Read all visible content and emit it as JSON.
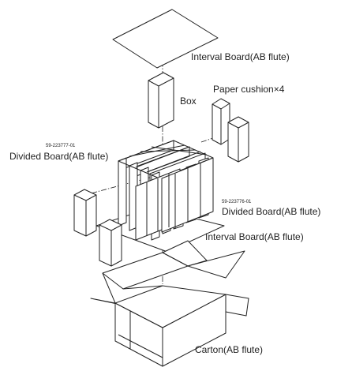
{
  "labels": {
    "interval_board_top": "Interval Board(AB flute)",
    "box": "Box",
    "paper_cushion": "Paper cushion×4",
    "divided_board_left_code": "59-223777-01",
    "divided_board_left": "Divided Board(AB flute)",
    "divided_board_right_code": "59-223776-01",
    "divided_board_right": "Divided Board(AB flute)",
    "interval_board_bottom": "Interval Board(AB flute)",
    "carton": "Carton(AB flute)"
  }
}
